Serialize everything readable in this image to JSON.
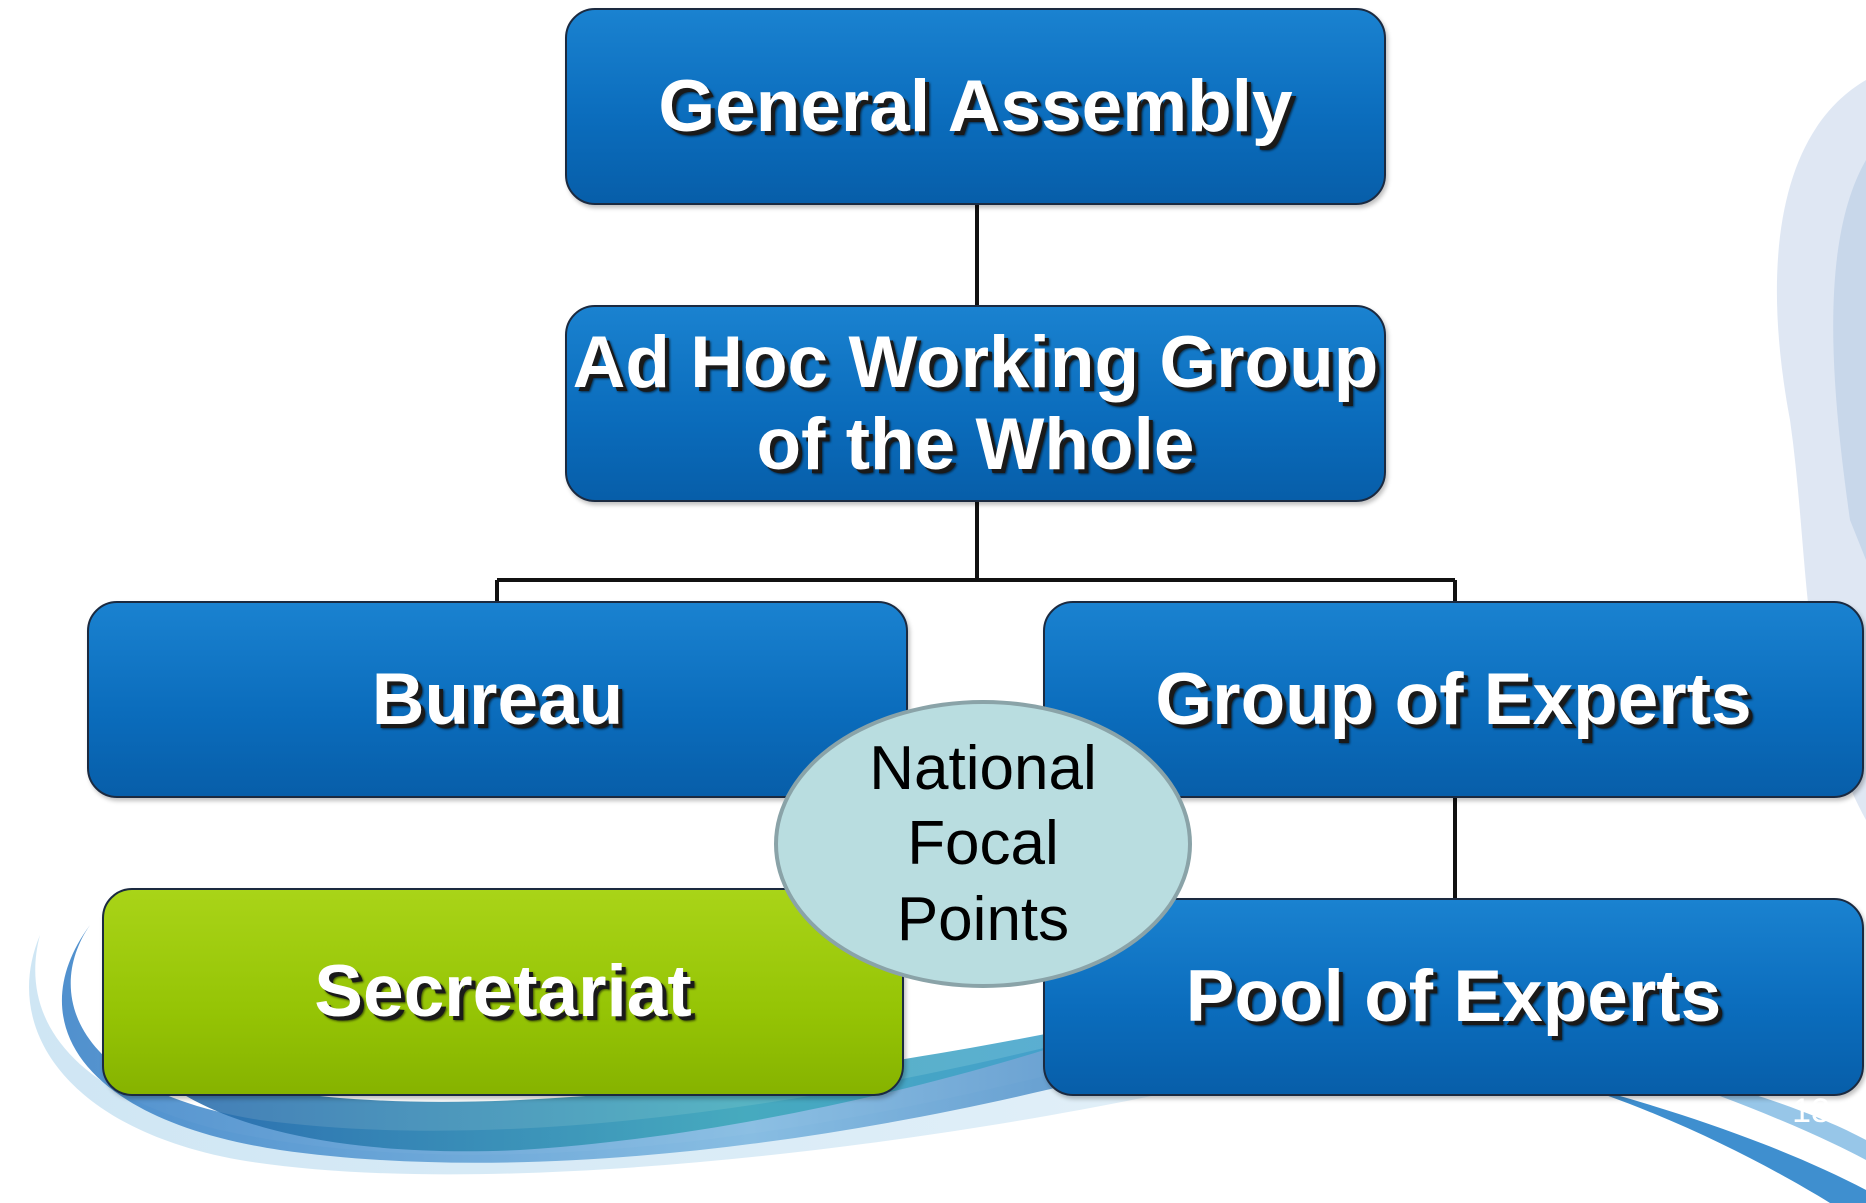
{
  "nodes": {
    "general_assembly": "General Assembly",
    "ad_hoc_line1": "Ad Hoc Working Group",
    "ad_hoc_line2": "of the Whole",
    "bureau": "Bureau",
    "group_of_experts": "Group of Experts",
    "secretariat": "Secretariat",
    "pool_of_experts": "Pool of Experts",
    "national_focal_points": "National Focal Points"
  },
  "slide_number": "13",
  "colors": {
    "box_blue": "#0b6dbd",
    "box_green": "#95c405",
    "ellipse_fill": "#b9dde0",
    "connector": "#111111"
  }
}
